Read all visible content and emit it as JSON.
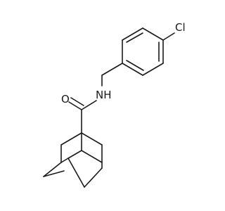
{
  "molecule": {
    "atoms": {
      "chlorine": "Cl",
      "nitrogen_h": "NH",
      "oxygen": "O"
    }
  }
}
